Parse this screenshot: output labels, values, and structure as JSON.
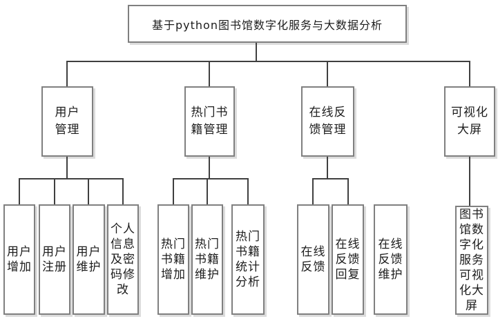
{
  "diagram": {
    "title": "基于python图书馆数字化服务与大数据分析",
    "branches": [
      {
        "label": "用户\n管理",
        "children": [
          "用户增加",
          "用户注册",
          "用户维护",
          "个人信息及密码修改"
        ]
      },
      {
        "label": "热门书\n籍管理",
        "children": [
          "热门书籍增加",
          "热门书籍维护",
          "热门书籍统计分析"
        ]
      },
      {
        "label": "在线反\n馈管理",
        "children": [
          "在线反馈",
          "在线反馈回复",
          "在线反馈维护"
        ]
      },
      {
        "label": "可视化\n大屏",
        "children": [
          "图书馆数字化服务可视化大屏"
        ]
      }
    ],
    "colors": {
      "background": "#ffffff",
      "box_border": "#7f7f7f",
      "connector_line": "#3f3f3f",
      "text": "#1c1c1c"
    }
  }
}
